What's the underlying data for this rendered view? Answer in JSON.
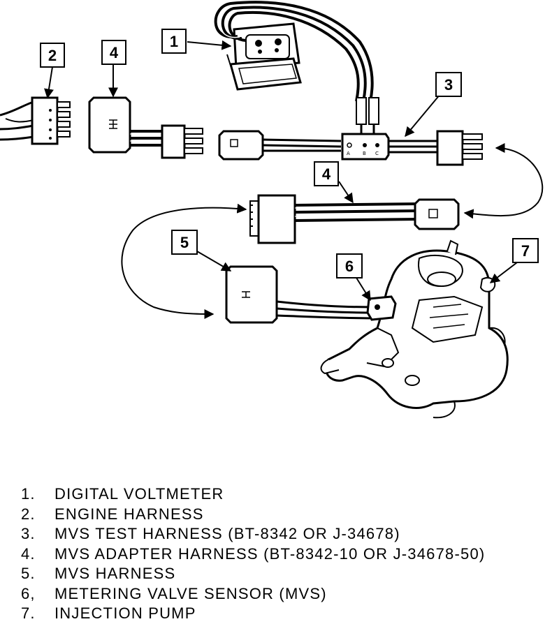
{
  "diagram": {
    "callouts": [
      "1",
      "2",
      "3",
      "4",
      "4",
      "5",
      "6",
      "7"
    ],
    "junction_pins": [
      "A",
      "B",
      "C"
    ]
  },
  "legend": [
    {
      "num": "1.",
      "text": "DIGITAL VOLTMETER"
    },
    {
      "num": "2.",
      "text": "ENGINE HARNESS"
    },
    {
      "num": "3.",
      "text": "MVS TEST HARNESS (BT-8342 OR J-34678)"
    },
    {
      "num": "4.",
      "text": "MVS ADAPTER HARNESS (BT-8342-10 OR J-34678-50)"
    },
    {
      "num": "5.",
      "text": "MVS HARNESS"
    },
    {
      "num": "6,",
      "text": "METERING VALVE SENSOR (MVS)"
    },
    {
      "num": "7.",
      "text": "INJECTION PUMP"
    }
  ]
}
